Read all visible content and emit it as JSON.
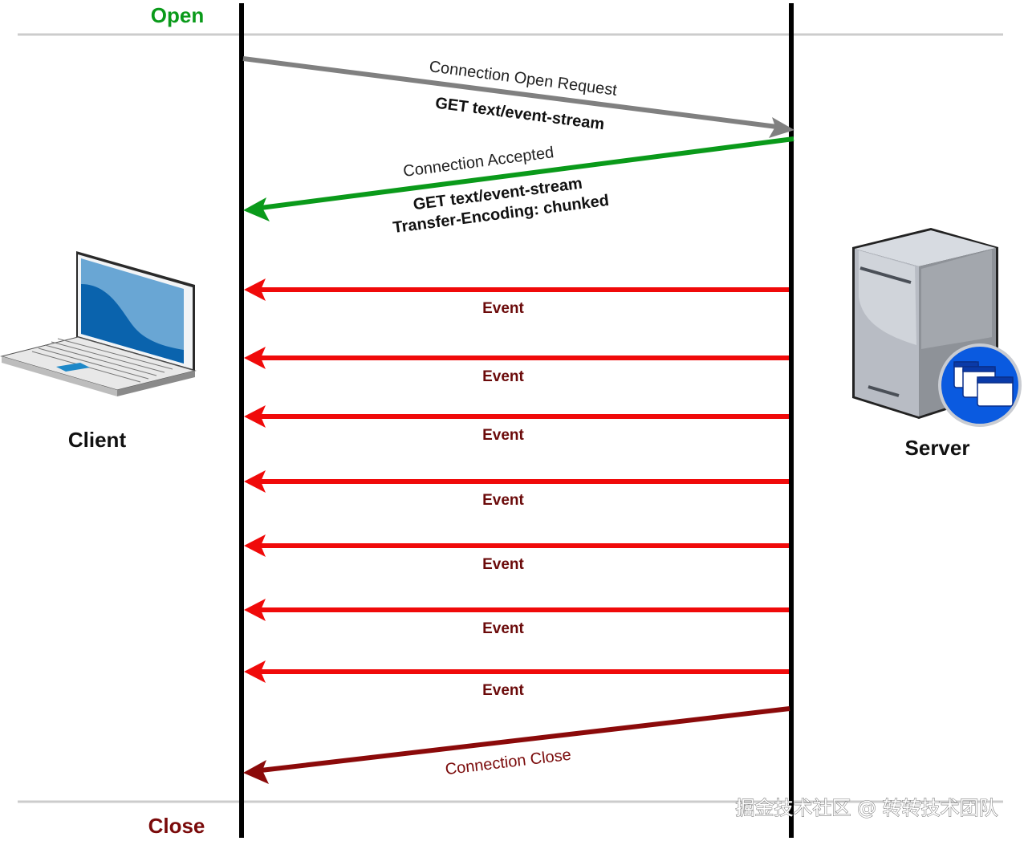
{
  "phases": {
    "open_label": "Open",
    "close_label": "Close"
  },
  "actors": {
    "client": {
      "label": "Client",
      "icon": "laptop-icon"
    },
    "server": {
      "label": "Server",
      "icon": "server-icon",
      "badge_icon": "application-windows-icon"
    }
  },
  "messages": {
    "open_request": {
      "title": "Connection Open Request",
      "detail": "GET text/event-stream",
      "direction": "client-to-server"
    },
    "accepted": {
      "title": "Connection Accepted",
      "detail_line1": "GET text/event-stream",
      "detail_line2": "Transfer-Encoding: chunked",
      "direction": "server-to-client"
    },
    "events": [
      {
        "label": "Event"
      },
      {
        "label": "Event"
      },
      {
        "label": "Event"
      },
      {
        "label": "Event"
      },
      {
        "label": "Event"
      },
      {
        "label": "Event"
      },
      {
        "label": "Event"
      }
    ],
    "close": {
      "title": "Connection Close",
      "direction": "server-to-client"
    }
  },
  "colors": {
    "open_green": "#0a9a1a",
    "close_darkred": "#7a0a0a",
    "request_gray": "#808080",
    "accepted_green": "#0a9a1a",
    "event_red": "#f00a0a",
    "close_arrow": "#8b0a0a",
    "lifeline": "#000000",
    "separator": "#cccccc"
  },
  "watermark": "掘金技术社区 @ 转转技术团队"
}
